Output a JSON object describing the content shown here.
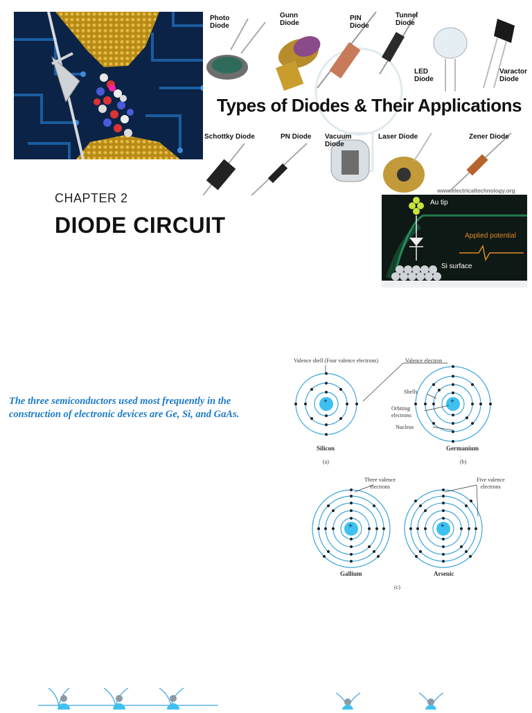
{
  "chapter": {
    "label": "CHAPTER 2",
    "title": "DIODE CIRCUIT"
  },
  "diodes_image": {
    "title": "Types of Diodes & Their Applications",
    "watermark": "www.electricaltechnology.org",
    "labels": {
      "photo": [
        "Photo",
        "Diode"
      ],
      "gunn": [
        "Gunn",
        "Diode"
      ],
      "pin": [
        "PIN",
        "Diode"
      ],
      "tunnel": [
        "Tunnel",
        "Diode"
      ],
      "led": [
        "LED",
        "Diode"
      ],
      "varactor": [
        "Varactor",
        "Diode"
      ],
      "schottky": "Schottky Diode",
      "pn": "PN Diode",
      "vacuum": [
        "Vacuum",
        "Diode"
      ],
      "laser": "Laser Diode",
      "zener": "Zener Diode"
    }
  },
  "tip_image": {
    "au_tip": "Au tip",
    "applied_potential": "Applied potential",
    "si_surface": "Si surface"
  },
  "semiconductors_text": "The three semiconductors used most frequently in the construction of electronic devices are Ge, Si, and GaAs.",
  "atoms": {
    "valence_shell_label": "Valence shell (Four valence electrons)",
    "valence_electron_label": "Valence electron",
    "shells_label": "Shells",
    "orbiting_label": [
      "Orbiting",
      "electrons"
    ],
    "nucleus_label": "Nucleus",
    "silicon": "Silicon",
    "germanium": "Germanium",
    "gallium": "Gallium",
    "arsenic": "Arsenic",
    "cap_a": "(a)",
    "cap_b": "(b)",
    "cap_c": "(c)",
    "three_valence": [
      "Three valence",
      "electrons"
    ],
    "five_valence": [
      "Five valence",
      "electrons"
    ],
    "plus": "+"
  },
  "colors": {
    "accent_text": "#1b7ac9",
    "atom_ring": "#3aa4dc",
    "nucleus": "#3ec1f0"
  }
}
